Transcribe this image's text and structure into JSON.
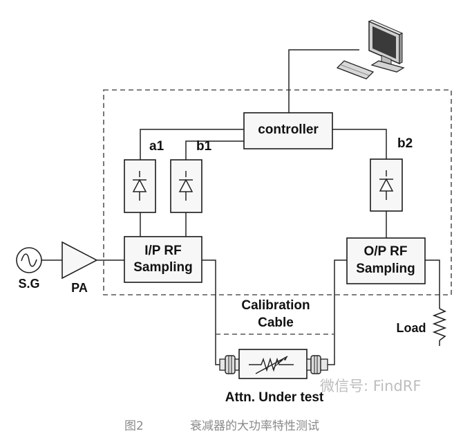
{
  "diagram": {
    "controller": "controller",
    "ports": {
      "a1": "a1",
      "b1": "b1",
      "b2": "b2"
    },
    "ip_sampling": {
      "line1": "I/P RF",
      "line2": "Sampling"
    },
    "op_sampling": {
      "line1": "O/P RF",
      "line2": "Sampling"
    },
    "source": "S.G",
    "amplifier": "PA",
    "load": "Load",
    "calibration": {
      "line1": "Calibration",
      "line2": "Cable"
    },
    "dut": "Attn. Under test"
  },
  "watermark": "微信号: FindRF",
  "caption": {
    "figure_no": "图2",
    "text": "衰减器的大功率特性测试"
  }
}
